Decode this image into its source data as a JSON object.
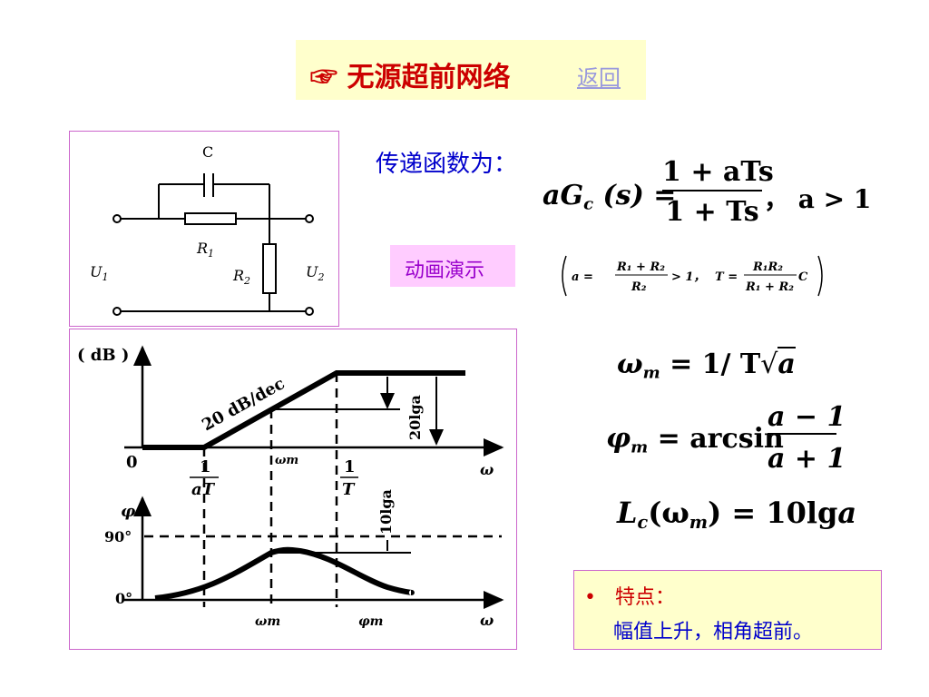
{
  "header": {
    "hand_icon": "☞",
    "title": "无源超前网络",
    "return_label": "返回"
  },
  "circuit": {
    "capacitor_label": "C",
    "r1_label": "R",
    "r1_sub": "1",
    "r2_label": "R",
    "r2_sub": "2",
    "u1_label": "U",
    "u1_sub": "1",
    "u2_label": "U",
    "u2_sub": "2"
  },
  "transfer": {
    "label": "传递函数为：",
    "lhs": "aG",
    "lhs_sub": "c",
    "lhs_arg": "(s) =",
    "numerator": "1 + aTs",
    "denominator": "1 + Ts",
    "condition": "，  a > 1"
  },
  "animation": {
    "label": "动画演示"
  },
  "parameters": {
    "a_lhs": "a =",
    "a_num": "R₁ + R₂",
    "a_den": "R₂",
    "a_tail": "> 1，",
    "t_lhs": "T =",
    "t_num": "R₁R₂",
    "t_den": "R₁ + R₂",
    "t_tail": "C"
  },
  "formulas": {
    "omega_m": {
      "lhs": "ω",
      "sub": "m",
      "rhs": "= 1/ T",
      "sqrt_arg": "a"
    },
    "phi_m": {
      "lhs": "φ",
      "sub": "m",
      "mid": "= arcsin",
      "num": "a − 1",
      "den": "a + 1"
    },
    "lc": {
      "lhs": "L",
      "sub": "c",
      "arg_open": "(ω",
      "arg_sub": "m",
      "arg_close": ") = 10lg",
      "tail": "a"
    }
  },
  "bode": {
    "db_axis_label": "( dB )",
    "zero_label": "0",
    "slope_label": "20 dB/dec",
    "gain_label": "20lga",
    "omega_label": "ω",
    "tick_1_aT_num": "1",
    "tick_1_aT_den": "aT",
    "tick_wm": "ωm",
    "tick_1_T_num": "1",
    "tick_1_T_den": "T",
    "half_gain_label": "10lga",
    "phi_axis_label": "φ",
    "phase_90_label": "90°",
    "phase_0_label": "0°",
    "phase_wm_label": "ωm",
    "phase_phim_label": "φm",
    "phase_omega_label": "ω"
  },
  "features": {
    "bullet": "•",
    "title": "特点：",
    "desc": "幅值上升，相角超前。"
  }
}
